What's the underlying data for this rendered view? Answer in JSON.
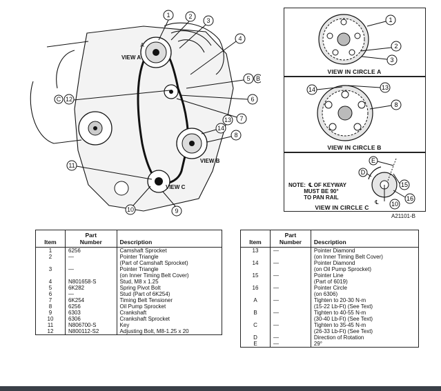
{
  "engine_callouts": [
    "1",
    "2",
    "3",
    "4",
    "5",
    "6",
    "7",
    "8",
    "9",
    "10",
    "11",
    "12",
    "13",
    "14"
  ],
  "engine_letters": [
    "A",
    "B",
    "C"
  ],
  "engine_labels": {
    "view_a": "VIEW A",
    "view_b": "VIEW B",
    "view_c": "VIEW C"
  },
  "circle_a": {
    "title": "VIEW IN CIRCLE A",
    "callouts": [
      "1",
      "2",
      "3"
    ]
  },
  "circle_b": {
    "title": "VIEW IN CIRCLE B",
    "callouts": [
      "14",
      "13",
      "8"
    ]
  },
  "circle_c": {
    "title": "VIEW IN CIRCLE C",
    "note": "NOTE:  ℄ OF KEYWAY\n          MUST BE 90°\n          TO PAN RAIL",
    "callouts": [
      "E",
      "D",
      "15",
      "16",
      "10"
    ],
    "centerline": "℄"
  },
  "figure_id": "A21101-B",
  "table_left": {
    "headers": {
      "item": "Item",
      "number": "Part\nNumber",
      "description": "Description"
    },
    "rows": [
      {
        "item": "1",
        "number": "6256",
        "description": "Camshaft Sprocket"
      },
      {
        "item": "2",
        "number": "—",
        "description": "Pointer Triangle\n(Part of Camshaft Sprocket)"
      },
      {
        "item": "3",
        "number": "—",
        "description": "Pointer Triangle\n(on Inner Timing Belt Cover)"
      },
      {
        "item": "4",
        "number": "N801658-S",
        "description": "Stud, M8 x 1.25"
      },
      {
        "item": "5",
        "number": "6K282",
        "description": "Spring Pivot Bolt"
      },
      {
        "item": "6",
        "number": "—",
        "description": "Stud (Part of 6K254)"
      },
      {
        "item": "7",
        "number": "6K254",
        "description": "Timing Belt Tensioner"
      },
      {
        "item": "8",
        "number": "6256",
        "description": "Oil Pump Sprocket"
      },
      {
        "item": "9",
        "number": "6303",
        "description": "Crankshaft"
      },
      {
        "item": "10",
        "number": "6306",
        "description": "Crankshaft Sprocket"
      },
      {
        "item": "11",
        "number": "N806700-S",
        "description": "Key"
      },
      {
        "item": "12",
        "number": "N800112-S2",
        "description": "Adjusting Bolt, M8-1.25 x 20"
      }
    ]
  },
  "table_right": {
    "headers": {
      "item": "Item",
      "number": "Part\nNumber",
      "description": "Description"
    },
    "rows": [
      {
        "item": "13",
        "number": "—",
        "description": "Pointer Diamond\n(on Inner Timing Belt Cover)"
      },
      {
        "item": "14",
        "number": "—",
        "description": "Pointer Diamond\n(on Oil Pump Sprocket)"
      },
      {
        "item": "15",
        "number": "—",
        "description": "Pointer Line\n(Part of 6019)"
      },
      {
        "item": "16",
        "number": "—",
        "description": "Pointer Circle\n(on 6306)"
      },
      {
        "item": "A",
        "number": "—",
        "description": "Tighten to 20-30 N-m\n(15-22 Lb-Ft) (See Text)"
      },
      {
        "item": "B",
        "number": "—",
        "description": "Tighten to 40-55 N-m\n(30-40 Lb-Ft) (See Text)"
      },
      {
        "item": "C",
        "number": "—",
        "description": "Tighten to 35-45 N-m\n(26-33 Lb-Ft) (See Text)"
      },
      {
        "item": "D",
        "number": "—",
        "description": "Direction of Rotation"
      },
      {
        "item": "E",
        "number": "—",
        "description": "29°"
      }
    ]
  }
}
